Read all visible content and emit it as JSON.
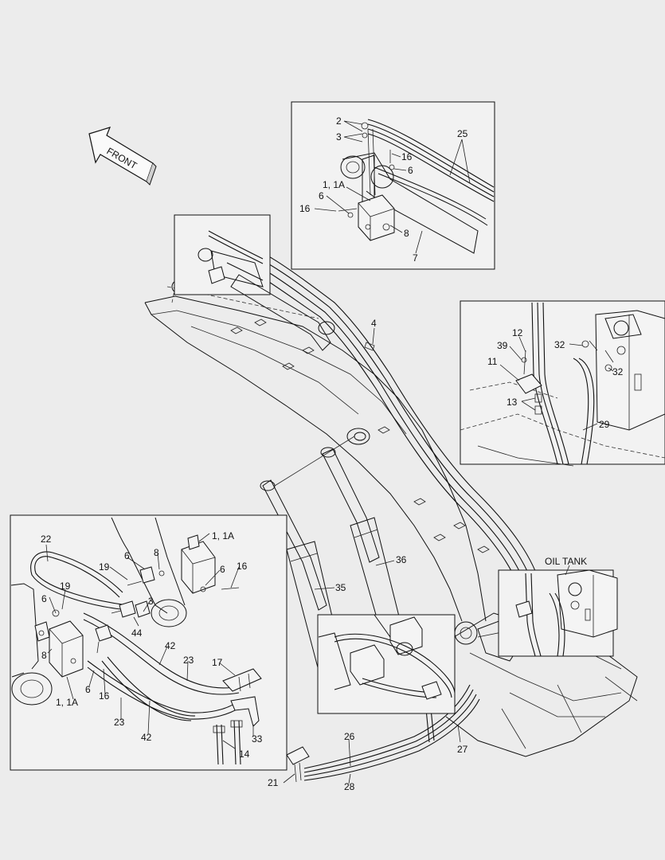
{
  "direction_label": "FRONT",
  "oil_tank_label": "OIL TANK",
  "callouts": {
    "inset_top": [
      "2",
      "3",
      "25",
      "16",
      "6",
      "1, 1A",
      "6",
      "16",
      "8",
      "7"
    ],
    "inset_right": [
      "12",
      "39",
      "32",
      "11",
      "32",
      "13",
      "29"
    ],
    "inset_left": [
      "22",
      "1, 1A",
      "6",
      "8",
      "16",
      "19",
      "6",
      "19",
      "3",
      "44",
      "6",
      "8",
      "42",
      "23",
      "17",
      "6",
      "16",
      "1, 1A",
      "23",
      "42",
      "33",
      "14"
    ],
    "main": [
      "4",
      "36",
      "35",
      "26",
      "27",
      "21",
      "28"
    ]
  }
}
